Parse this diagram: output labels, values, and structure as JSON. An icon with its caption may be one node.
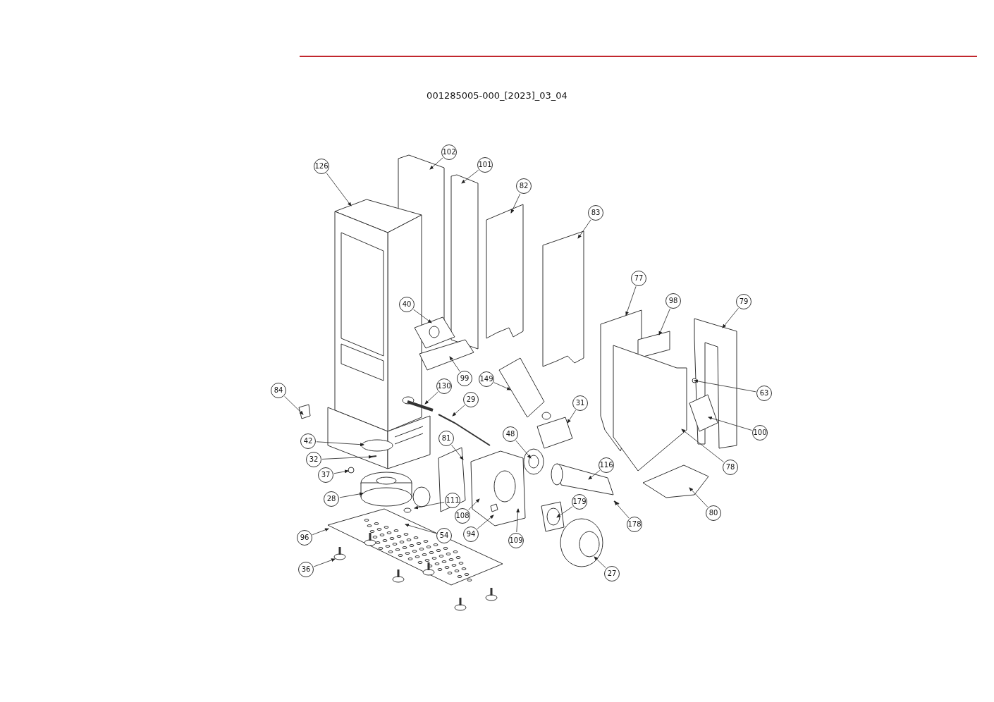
{
  "diagram": {
    "title": "001285005-000_[2023]_03_04",
    "nodes": [
      {
        "text": [
          "102"
        ]
      },
      {
        "text": [
          "101"
        ]
      },
      {
        "text": [
          "126"
        ]
      },
      {
        "text": [
          "82"
        ]
      },
      {
        "text": [
          "83"
        ]
      },
      {
        "text": [
          "77"
        ]
      },
      {
        "text": [
          "98"
        ]
      },
      {
        "text": [
          "79"
        ]
      },
      {
        "text": [
          "40"
        ]
      },
      {
        "text": [
          "99"
        ]
      },
      {
        "text": [
          "149"
        ]
      },
      {
        "text": [
          "130"
        ]
      },
      {
        "text": [
          "84"
        ]
      },
      {
        "text": [
          "63"
        ]
      },
      {
        "text": [
          "29"
        ]
      },
      {
        "text": [
          "31"
        ]
      },
      {
        "text": [
          "100"
        ]
      },
      {
        "text": [
          "48"
        ]
      },
      {
        "text": [
          "81"
        ]
      },
      {
        "text": [
          "42"
        ]
      },
      {
        "text": [
          "32"
        ]
      },
      {
        "text": [
          "116"
        ]
      },
      {
        "text": [
          "78"
        ]
      },
      {
        "text": [
          "37"
        ]
      },
      {
        "text": [
          "28"
        ]
      },
      {
        "text": [
          "179"
        ]
      },
      {
        "text": [
          "108"
        ]
      },
      {
        "text": [
          "80"
        ]
      },
      {
        "text": [
          "111"
        ]
      },
      {
        "text": [
          "94"
        ]
      },
      {
        "text": [
          "178"
        ]
      },
      {
        "text": [
          "54"
        ]
      },
      {
        "text": [
          "96"
        ]
      },
      {
        "text": [
          "109"
        ]
      },
      {
        "text": [
          "36"
        ]
      },
      {
        "text": [
          "27"
        ]
      }
    ],
    "edges": [
      {
        "from": 0,
        "to": null,
        "arrow": "to"
      },
      {
        "from": 1,
        "to": null,
        "arrow": "to"
      },
      {
        "from": 2,
        "to": null,
        "arrow": "to"
      },
      {
        "from": 3,
        "to": null,
        "arrow": "to"
      },
      {
        "from": 4,
        "to": null,
        "arrow": "to"
      },
      {
        "from": 5,
        "to": null,
        "arrow": "to"
      },
      {
        "from": 6,
        "to": null,
        "arrow": "to"
      },
      {
        "from": 7,
        "to": null,
        "arrow": "to"
      },
      {
        "from": 8,
        "to": null,
        "arrow": "to"
      },
      {
        "from": 9,
        "to": null,
        "arrow": "to"
      },
      {
        "from": 10,
        "to": null,
        "arrow": "to"
      },
      {
        "from": 11,
        "to": null,
        "arrow": "to"
      },
      {
        "from": 12,
        "to": null,
        "arrow": "to"
      },
      {
        "from": 13,
        "to": null,
        "arrow": "to"
      },
      {
        "from": 14,
        "to": null,
        "arrow": "to"
      },
      {
        "from": 15,
        "to": null,
        "arrow": "to"
      },
      {
        "from": 16,
        "to": null,
        "arrow": "to"
      },
      {
        "from": 17,
        "to": null,
        "arrow": "to"
      },
      {
        "from": 18,
        "to": null,
        "arrow": "to"
      },
      {
        "from": 19,
        "to": null,
        "arrow": "to"
      },
      {
        "from": 20,
        "to": null,
        "arrow": "to"
      },
      {
        "from": 21,
        "to": null,
        "arrow": "to"
      },
      {
        "from": 22,
        "to": null,
        "arrow": "to"
      },
      {
        "from": 23,
        "to": null,
        "arrow": "to"
      },
      {
        "from": 24,
        "to": null,
        "arrow": "to"
      },
      {
        "from": 25,
        "to": null,
        "arrow": "to"
      },
      {
        "from": 26,
        "to": null,
        "arrow": "to"
      },
      {
        "from": 27,
        "to": null,
        "arrow": "to"
      },
      {
        "from": 28,
        "to": null,
        "arrow": "to"
      },
      {
        "from": 29,
        "to": null,
        "arrow": "to"
      },
      {
        "from": 30,
        "to": null,
        "arrow": "to"
      },
      {
        "from": 31,
        "to": null,
        "arrow": "to"
      },
      {
        "from": 32,
        "to": null,
        "arrow": "to"
      },
      {
        "from": 33,
        "to": null,
        "arrow": "to"
      },
      {
        "from": 34,
        "to": null,
        "arrow": "to"
      },
      {
        "from": 35,
        "to": null,
        "arrow": "to"
      }
    ]
  }
}
